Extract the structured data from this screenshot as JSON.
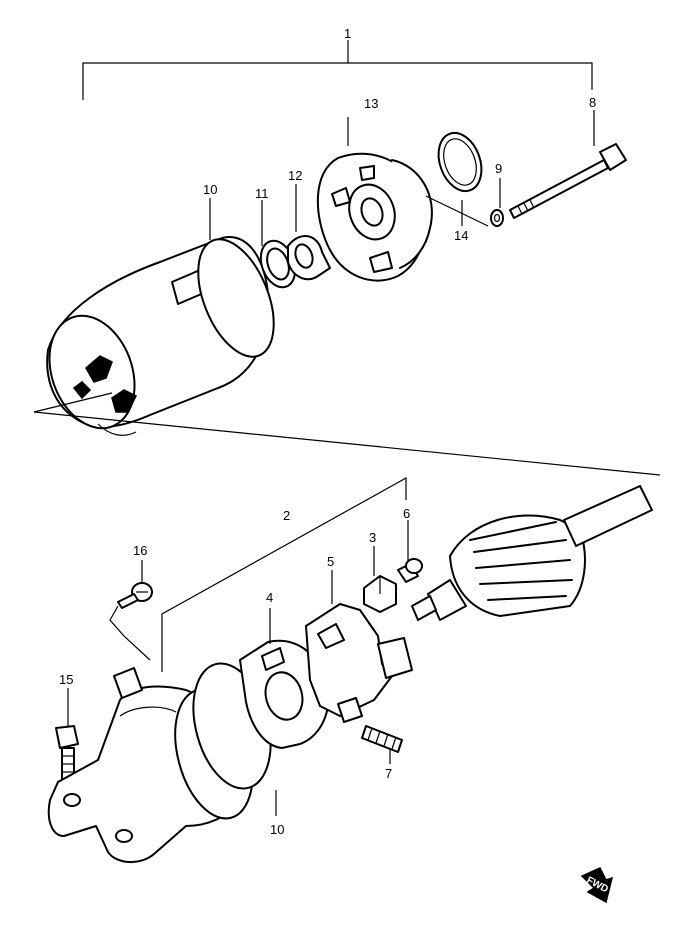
{
  "callouts": {
    "c1": "1",
    "c2": "2",
    "c3": "3",
    "c4": "4",
    "c5": "5",
    "c6": "6",
    "c7": "7",
    "c8": "8",
    "c9": "9",
    "c10_top": "10",
    "c10_bottom": "10",
    "c11": "11",
    "c12": "12",
    "c13": "13",
    "c14": "14",
    "c15": "15",
    "c16": "16"
  },
  "direction_marker": {
    "label": "FWD",
    "icon": "arrow-right-down-icon"
  },
  "colors": {
    "line": "#000000",
    "background": "#ffffff"
  }
}
